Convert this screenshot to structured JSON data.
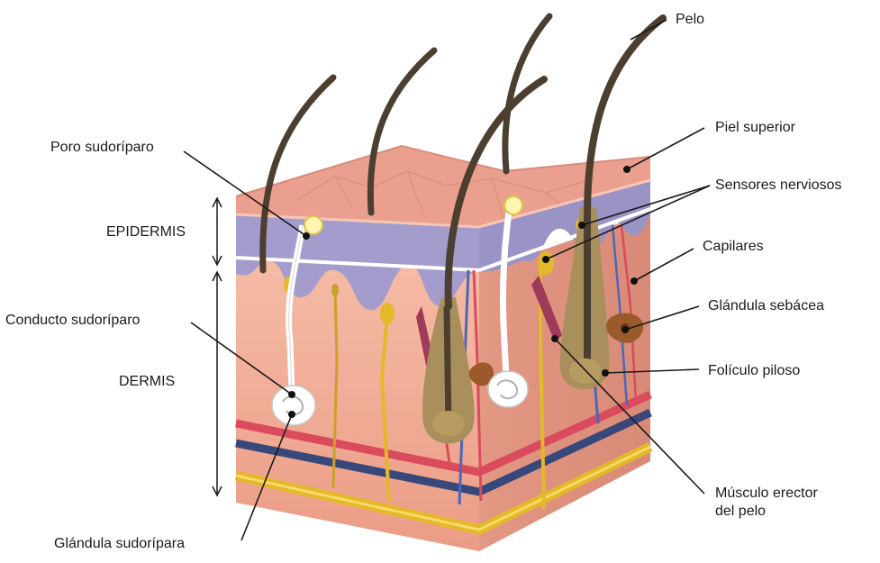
{
  "labels": {
    "pelo": "Pelo",
    "piel_superior": "Piel superior",
    "sensores_nerviosos": "Sensores nerviosos",
    "capilares": "Capilares",
    "glandula_sebacea": "Glándula sebácea",
    "foliculo_piloso": "Folículo piloso",
    "musculo_erector_1": "Músculo erector",
    "musculo_erector_2": "del pelo",
    "poro_sudoriparo": "Poro sudoríparo",
    "epidermis": "EPIDERMIS",
    "conducto_sudoriparo": "Conducto sudoríparo",
    "dermis": "DERMIS",
    "glandula_sudoripara": "Glándula sudorípara"
  },
  "colors": {
    "top_skin": "#eba08f",
    "epidermis_band": "#a39ccc",
    "dermis": "#f1ad99",
    "hair": "#4d3f30",
    "follicle": "#a98f5b",
    "artery": "#d94b5d",
    "vein": "#38487a",
    "nerve": "#e3b928",
    "sweat_gland": "#ffffff",
    "sebaceous_gland": "#9c5a2c"
  }
}
